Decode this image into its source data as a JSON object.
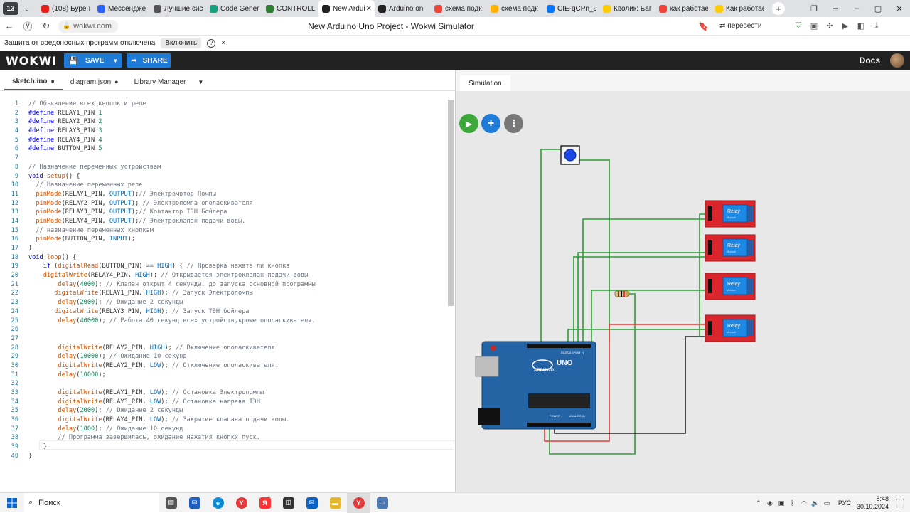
{
  "browser": {
    "tab_count": "13",
    "tabs": [
      {
        "title": "(108) Бурен",
        "color": "#e62117",
        "icon": "youtube-icon"
      },
      {
        "title": "Мессенджер",
        "color": "#2962ff",
        "icon": "messenger-icon"
      },
      {
        "title": "Лучшие сис",
        "color": "#555555",
        "icon": "sparkle-icon"
      },
      {
        "title": "Code Gener",
        "color": "#10a37f",
        "icon": "code-icon"
      },
      {
        "title": "CONTROLL",
        "color": "#2e7d32",
        "icon": "control-icon"
      },
      {
        "title": "New Ardui",
        "color": "#222222",
        "icon": "wokwi-icon",
        "active": true
      },
      {
        "title": "Arduino on",
        "color": "#222222",
        "icon": "wokwi-icon"
      },
      {
        "title": "схема подк",
        "color": "#f44336",
        "icon": "yandex-icon"
      },
      {
        "title": "схема подк",
        "color": "#ffb300",
        "icon": "images-icon"
      },
      {
        "title": "CIE-qCPn_9",
        "color": "#0077ff",
        "icon": "vk-icon"
      },
      {
        "title": "Кволик: Баг",
        "color": "#ffcc00",
        "icon": "play-icon"
      },
      {
        "title": "как работае",
        "color": "#f44336",
        "icon": "yandex-icon"
      },
      {
        "title": "Как работае",
        "color": "#ffcc00",
        "icon": "play-icon"
      }
    ],
    "url": "wokwi.com",
    "page_title": "New Arduino Uno Project - Wokwi Simulator",
    "translate": "перевести",
    "protection_text": "Защита от вредоносных программ отключена",
    "enable_label": "Включить",
    "help": "?",
    "close": "×"
  },
  "wokwi": {
    "logo": "WOKWI",
    "save_label": "SAVE",
    "share_label": "SHARE",
    "docs_label": "Docs",
    "editor_tabs": [
      {
        "label": "sketch.ino",
        "dot": "●"
      },
      {
        "label": "diagram.json",
        "dot": "●"
      },
      {
        "label": "Library Manager",
        "dot": ""
      }
    ],
    "sim_tab": "Simulation",
    "code_lines": [
      {
        "n": "1",
        "i": 0,
        "c": "",
        "m": "// Объявление всех кнопок и реле"
      },
      {
        "n": "2",
        "i": 0,
        "c": "#define RELAY1_PIN 1",
        "m": ""
      },
      {
        "n": "3",
        "i": 0,
        "c": "#define RELAY2_PIN 2",
        "m": ""
      },
      {
        "n": "4",
        "i": 0,
        "c": "#define RELAY3_PIN 3",
        "m": ""
      },
      {
        "n": "5",
        "i": 0,
        "c": "#define RELAY4_PIN 4",
        "m": ""
      },
      {
        "n": "6",
        "i": 0,
        "c": "#define BUTTON_PIN 5",
        "m": ""
      },
      {
        "n": "7",
        "i": 0,
        "c": "",
        "m": ""
      },
      {
        "n": "8",
        "i": 0,
        "c": "",
        "m": "// Назначение переменных устройствам"
      },
      {
        "n": "9",
        "i": 0,
        "c": "void setup() {",
        "m": ""
      },
      {
        "n": "10",
        "i": 2,
        "c": "",
        "m": "// Назначение переменных реле"
      },
      {
        "n": "11",
        "i": 2,
        "c": "pinMode(RELAY1_PIN, OUTPUT);",
        "m": "// Электромотор Помпы"
      },
      {
        "n": "12",
        "i": 2,
        "c": "pinMode(RELAY2_PIN, OUTPUT); ",
        "m": "// Электропомпа ополаскивателя"
      },
      {
        "n": "13",
        "i": 2,
        "c": "pinMode(RELAY3_PIN, OUTPUT);",
        "m": "// Контактор ТЭН Бойлера"
      },
      {
        "n": "14",
        "i": 2,
        "c": "pinMode(RELAY4_PIN, OUTPUT);",
        "m": "// Электроклапан подачи воды."
      },
      {
        "n": "15",
        "i": 2,
        "c": "",
        "m": "// назначение переменных кнопкам"
      },
      {
        "n": "16",
        "i": 2,
        "c": "pinMode(BUTTON_PIN, INPUT);",
        "m": ""
      },
      {
        "n": "17",
        "i": 0,
        "c": "}",
        "m": ""
      },
      {
        "n": "18",
        "i": 0,
        "c": "void loop() {",
        "m": ""
      },
      {
        "n": "19",
        "i": 4,
        "c": "if (digitalRead(BUTTON_PIN) == HIGH) { ",
        "m": "// Проверка нажата ли кнопка"
      },
      {
        "n": "20",
        "i": 4,
        "c": "digitalWrite(RELAY4_PIN, HIGH); ",
        "m": "// Открывается электроклапан подачи воды"
      },
      {
        "n": "21",
        "i": 8,
        "c": "delay(4000); ",
        "m": "// Клапан открыт 4 секунды, до запуска основной программы"
      },
      {
        "n": "22",
        "i": 7,
        "c": "digitalWrite(RELAY1_PIN, HIGH); ",
        "m": "// Запуск Электропомпы"
      },
      {
        "n": "23",
        "i": 8,
        "c": "delay(2000); ",
        "m": "// Ожидание 2 секунды"
      },
      {
        "n": "24",
        "i": 7,
        "c": "digitalWrite(RELAY3_PIN, HIGH); ",
        "m": "// Запуск ТЭН бойлера"
      },
      {
        "n": "25",
        "i": 8,
        "c": "delay(40000); ",
        "m": "// Работа 40 секунд всех устройств,кроме ополаскивателя."
      },
      {
        "n": "26",
        "i": 0,
        "c": "",
        "m": ""
      },
      {
        "n": "27",
        "i": 0,
        "c": "",
        "m": ""
      },
      {
        "n": "28",
        "i": 8,
        "c": "digitalWrite(RELAY2_PIN, HIGH); ",
        "m": "// Включение ополаскивателя"
      },
      {
        "n": "29",
        "i": 8,
        "c": "delay(10000); ",
        "m": "// Ожидание 10 секунд"
      },
      {
        "n": "30",
        "i": 8,
        "c": "digitalWrite(RELAY2_PIN, LOW); ",
        "m": "// Отключение ополаскивателя."
      },
      {
        "n": "31",
        "i": 8,
        "c": "delay(10000);",
        "m": ""
      },
      {
        "n": "32",
        "i": 0,
        "c": "",
        "m": ""
      },
      {
        "n": "33",
        "i": 8,
        "c": "digitalWrite(RELAY1_PIN, LOW); ",
        "m": "// Остановка Электропомпы"
      },
      {
        "n": "34",
        "i": 8,
        "c": "digitalWrite(RELAY3_PIN, LOW); ",
        "m": "// Остановка нагрева ТЭН"
      },
      {
        "n": "35",
        "i": 8,
        "c": "delay(2000); ",
        "m": "// Ожидание 2 секунды"
      },
      {
        "n": "36",
        "i": 8,
        "c": "digitalWrite(RELAY4_PIN, LOW); ",
        "m": "// Закрытие клапана подачи воды."
      },
      {
        "n": "37",
        "i": 8,
        "c": "delay(1000); ",
        "m": "// Ожидание 10 секунд"
      },
      {
        "n": "38",
        "i": 8,
        "c": "",
        "m": "// Программа завершилась, ожидание нажатия кнопки пуск."
      },
      {
        "n": "39",
        "i": 4,
        "c": "}",
        "m": ""
      },
      {
        "n": "40",
        "i": 0,
        "c": "}",
        "m": ""
      }
    ],
    "relay_label": "Relay",
    "relay_sub": "Module",
    "board_label": "UNO",
    "board_brand": "ARDUINO",
    "board_digital": "DIGITAL (PWM ~)",
    "board_power": "POWER",
    "board_analog": "ANALOG IN",
    "wire_colors": {
      "green": "#2e9e35",
      "red": "#e33b3b",
      "black": "#222222"
    }
  },
  "taskbar": {
    "search": "Поиск",
    "lang": "РУС",
    "time": "8:48",
    "date": "30.10.2024"
  }
}
